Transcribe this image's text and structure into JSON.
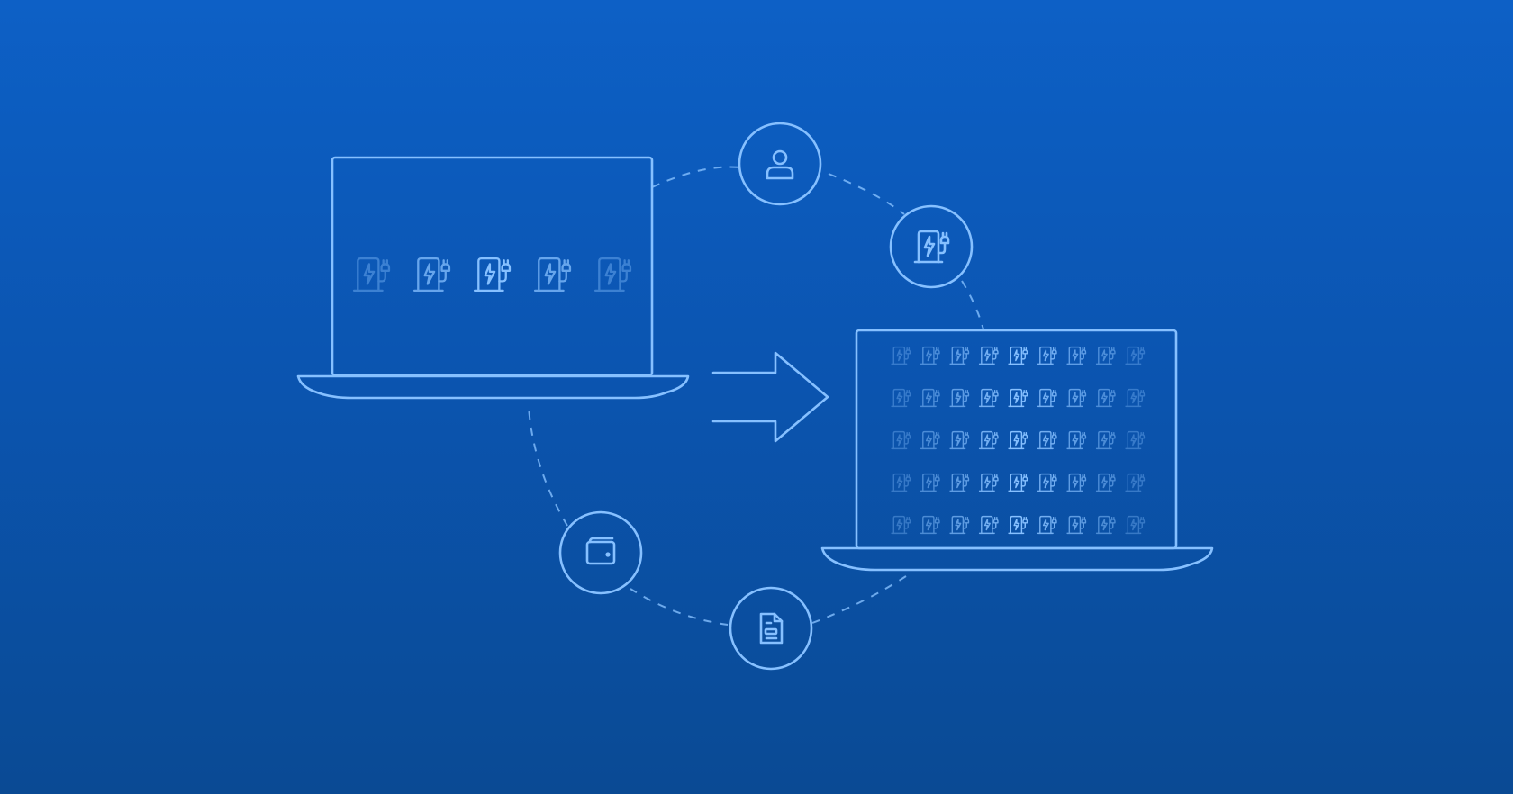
{
  "scene": {
    "background_top": "#0d60c6",
    "background_bottom": "#0a4a94",
    "line_color": "#86c0ff",
    "panel_fill": "#0d60c6",
    "node_fill": "#0e62c8"
  },
  "source_laptop": {
    "icon": "charging-station-icon",
    "station_count": 5
  },
  "target_laptop": {
    "icon": "charging-station-icon",
    "rows": 5,
    "columns": 9
  },
  "arrow": {
    "icon": "arrow-right-icon"
  },
  "cycle_nodes": [
    {
      "icon": "user-icon"
    },
    {
      "icon": "charging-station-icon"
    },
    {
      "icon": "document-icon"
    },
    {
      "icon": "wallet-icon"
    }
  ]
}
